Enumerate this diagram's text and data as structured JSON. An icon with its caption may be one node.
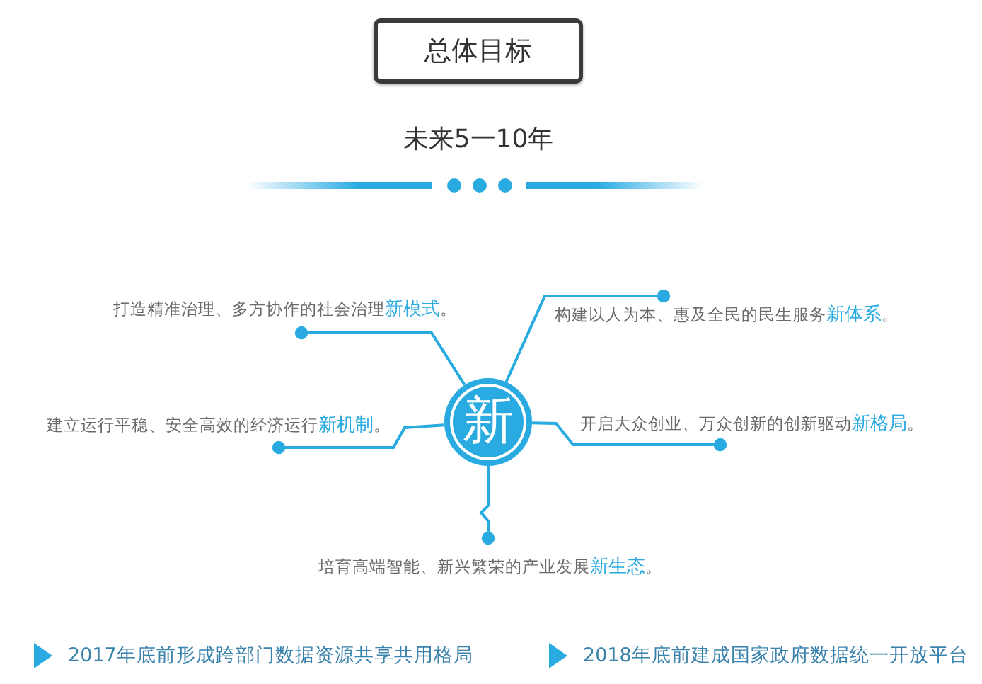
{
  "diagram": {
    "nodes": [
      {
        "text": [
          "总体目标"
        ]
      },
      {
        "text": [
          "打造精准治理、多方协作的社会治理**新模式**。"
        ]
      },
      {
        "text": [
          "构建以人为本、惠及全民的民生服务**新体系**。"
        ]
      },
      {
        "text": [
          "建立运行平稳、安全高效的经济运行**新机制**。"
        ]
      },
      {
        "text": [
          "新"
        ]
      },
      {
        "text": [
          "开启大众创业、万众创新的创新驱动**新格局**。"
        ]
      },
      {
        "text": [
          "培育高端智能、新兴繁荣的产业发展**新生态**。"
        ]
      }
    ],
    "edges": [
      {
        "from": 4,
        "to": 1,
        "arrow": "other"
      },
      {
        "from": 4,
        "to": 2,
        "arrow": "other"
      },
      {
        "from": 4,
        "to": 3,
        "arrow": "other"
      },
      {
        "from": 4,
        "to": 5,
        "arrow": "other"
      },
      {
        "from": 4,
        "to": 6,
        "arrow": "other"
      }
    ],
    "labels": [
      "未来5一10年",
      "2017年底前形成跨部门数据资源共享共用格局",
      "2018年底前建成国家政府数据统一开放平台"
    ]
  }
}
